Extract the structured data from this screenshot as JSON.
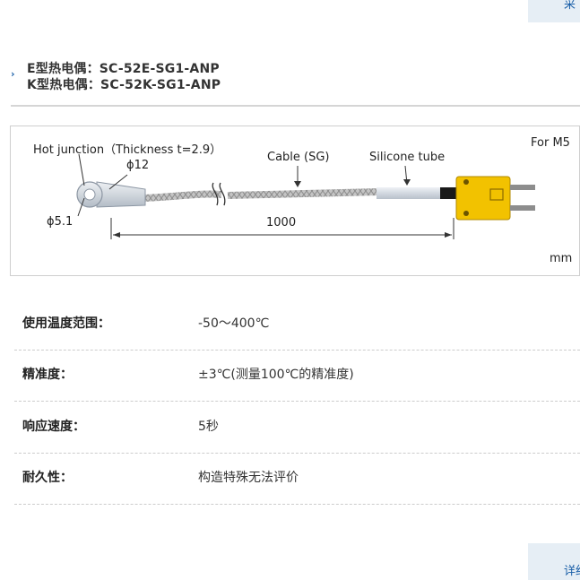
{
  "corner_links": {
    "top": "采",
    "bottom": "详细"
  },
  "models": [
    "E型热电偶：SC-52E-SG1-ANP",
    "K型热电偶：SC-52K-SG1-ANP"
  ],
  "diagram": {
    "hot_junction": "Hot junction（Thickness t=2.9）",
    "phi_outer": "ϕ12",
    "phi_inner": "ϕ5.1",
    "cable": "Cable (SG)",
    "silicone_tube": "Silicone tube",
    "for_m5": "For M5",
    "length": "1000",
    "unit": "mm",
    "colors": {
      "connector": "#f2c200",
      "braid": "#b9b9b9",
      "tube": "#dde2e8",
      "lug": "#c9d0d8"
    }
  },
  "specs": [
    {
      "label": "使用温度范围：",
      "value": "-50～400℃"
    },
    {
      "label": "精准度：",
      "value": "±3℃(测量100℃的精准度)"
    },
    {
      "label": "响应速度：",
      "value": "5秒"
    },
    {
      "label": "耐久性：",
      "value": "构造特殊无法评价"
    }
  ]
}
